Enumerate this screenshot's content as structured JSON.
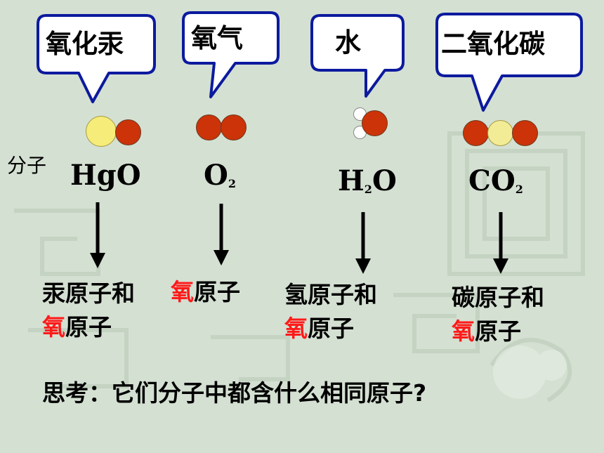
{
  "substances": [
    {
      "name": "氧化汞",
      "formula_main": "HgO",
      "formula_sub": ""
    },
    {
      "name": "氧气",
      "formula_main": "O",
      "formula_sub": "2"
    },
    {
      "name": "水",
      "formula_main": "H",
      "formula_sub": "2",
      "formula_tail": "O"
    },
    {
      "name": "二氧化碳",
      "formula_main": "CO",
      "formula_sub": "2"
    }
  ],
  "molecule_label": "分子",
  "results": [
    {
      "line1_a": "汞原子和",
      "line2_red": "氧",
      "line2_rest": "原子"
    },
    {
      "line1_red": "氧",
      "line1_rest": "原子"
    },
    {
      "line1_a": "氢原子和",
      "line2_red": "氧",
      "line2_rest": "原子"
    },
    {
      "line1_a": "碳原子和",
      "line2_red": "氧",
      "line2_rest": "原子"
    }
  ],
  "question": "思考：它们分子中都含什么相同原子?",
  "colors": {
    "bubble_border": "#0c1a9e",
    "oxygen_atom": "#cc3308",
    "mercury_atom": "#f5ec7a",
    "carbon_atom": "#f3ec96",
    "hydrogen_atom": "#ffffff",
    "highlight_red": "#ff1a1a"
  }
}
